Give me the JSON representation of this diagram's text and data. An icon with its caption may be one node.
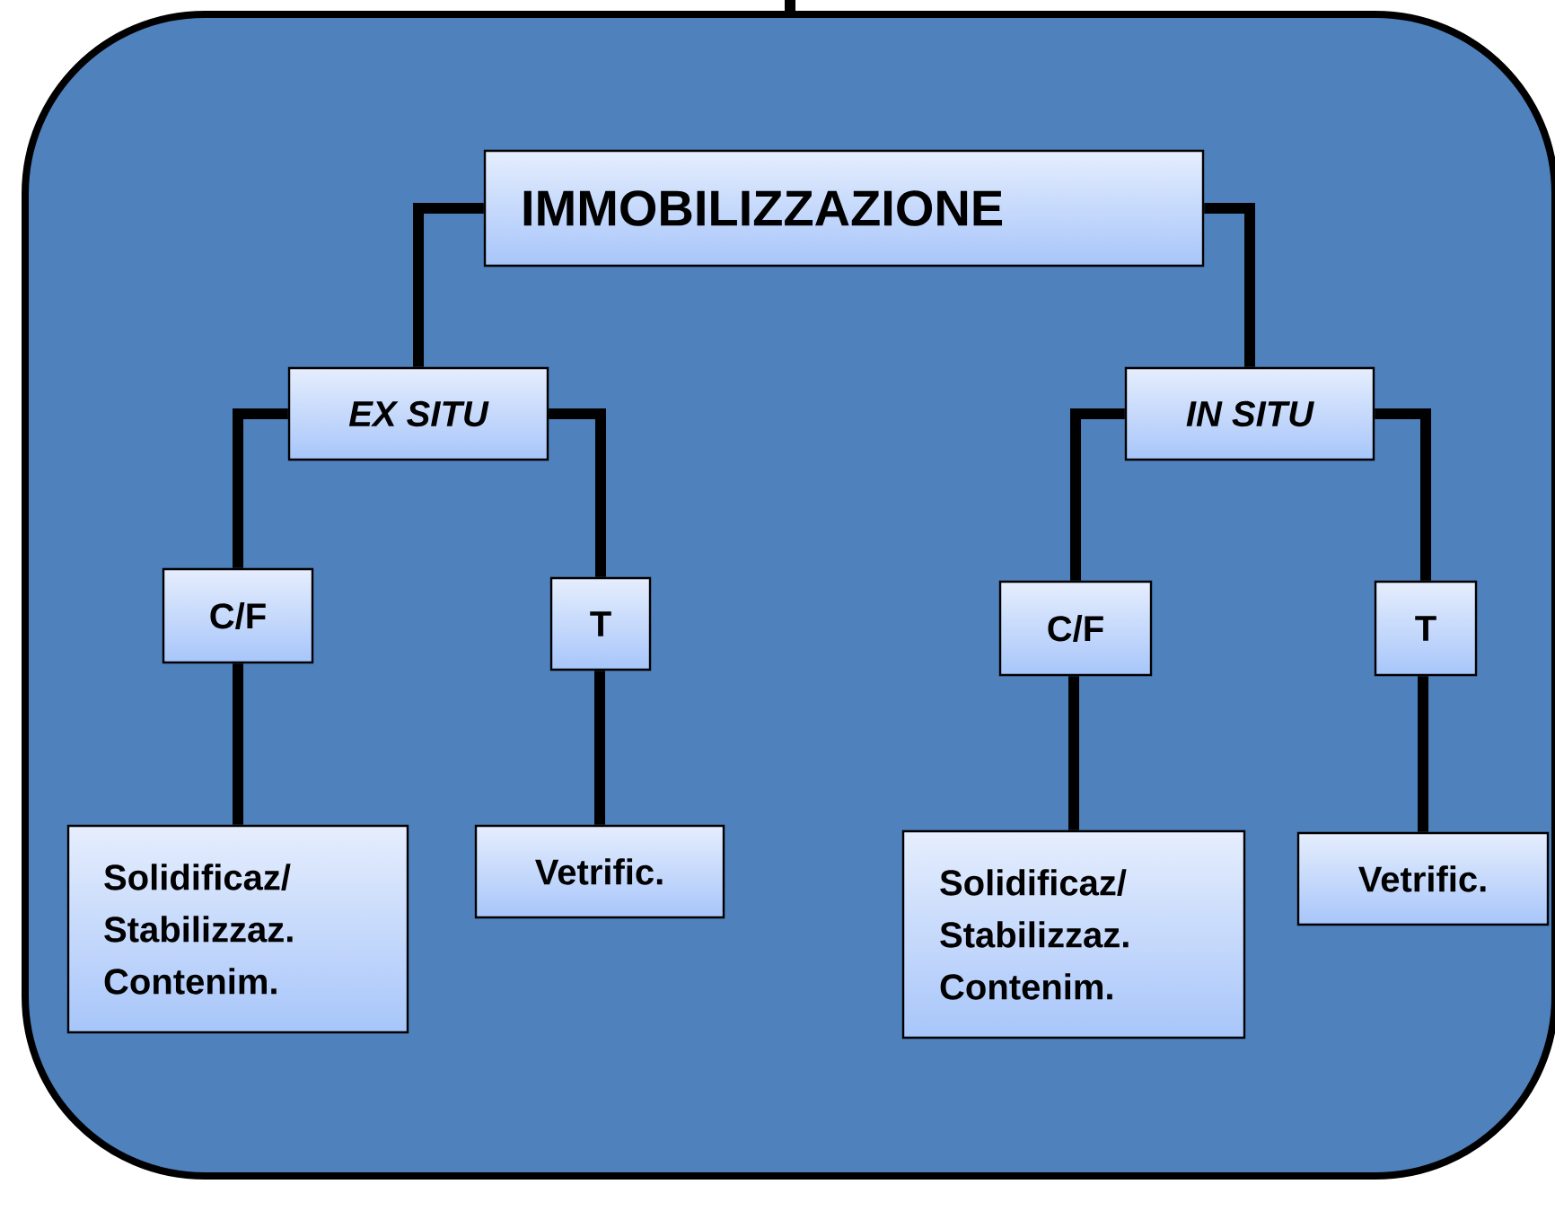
{
  "diagram": {
    "nodes": [
      {
        "text": [],
        "shape": "box"
      },
      {
        "text": [
          "IMMOBILIZZAZIONE"
        ],
        "in": 0
      },
      {
        "text": [
          "EX SITU"
        ],
        "in": 0
      },
      {
        "text": [
          "IN SITU"
        ],
        "in": 0
      },
      {
        "text": [
          "C/F"
        ],
        "in": 0
      },
      {
        "text": [
          "T"
        ],
        "in": 0
      },
      {
        "text": [
          "C/F"
        ],
        "in": 0
      },
      {
        "text": [
          "T"
        ],
        "in": 0
      },
      {
        "text": [
          "Solidificaz/ Stabilizzaz. Contenim."
        ],
        "in": 0
      },
      {
        "text": [
          "Vetrific."
        ],
        "in": 0
      },
      {
        "text": [
          "Solidificaz/ Stabilizzaz. Contenim."
        ],
        "in": 0
      },
      {
        "text": [
          "Vetrific."
        ],
        "in": 0
      }
    ],
    "edges": [
      {
        "from": null,
        "to": 0,
        "arrow": "none"
      },
      {
        "from": 1,
        "to": 2,
        "arrow": "none"
      },
      {
        "from": 1,
        "to": 3,
        "arrow": "none"
      },
      {
        "from": 2,
        "to": 4,
        "arrow": "none"
      },
      {
        "from": 2,
        "to": 5,
        "arrow": "none"
      },
      {
        "from": 3,
        "to": 6,
        "arrow": "none"
      },
      {
        "from": 3,
        "to": 7,
        "arrow": "none"
      },
      {
        "from": 4,
        "to": 8,
        "arrow": "none"
      },
      {
        "from": 5,
        "to": 9,
        "arrow": "none"
      },
      {
        "from": 6,
        "to": 10,
        "arrow": "none"
      },
      {
        "from": 7,
        "to": 11,
        "arrow": "none"
      }
    ]
  }
}
